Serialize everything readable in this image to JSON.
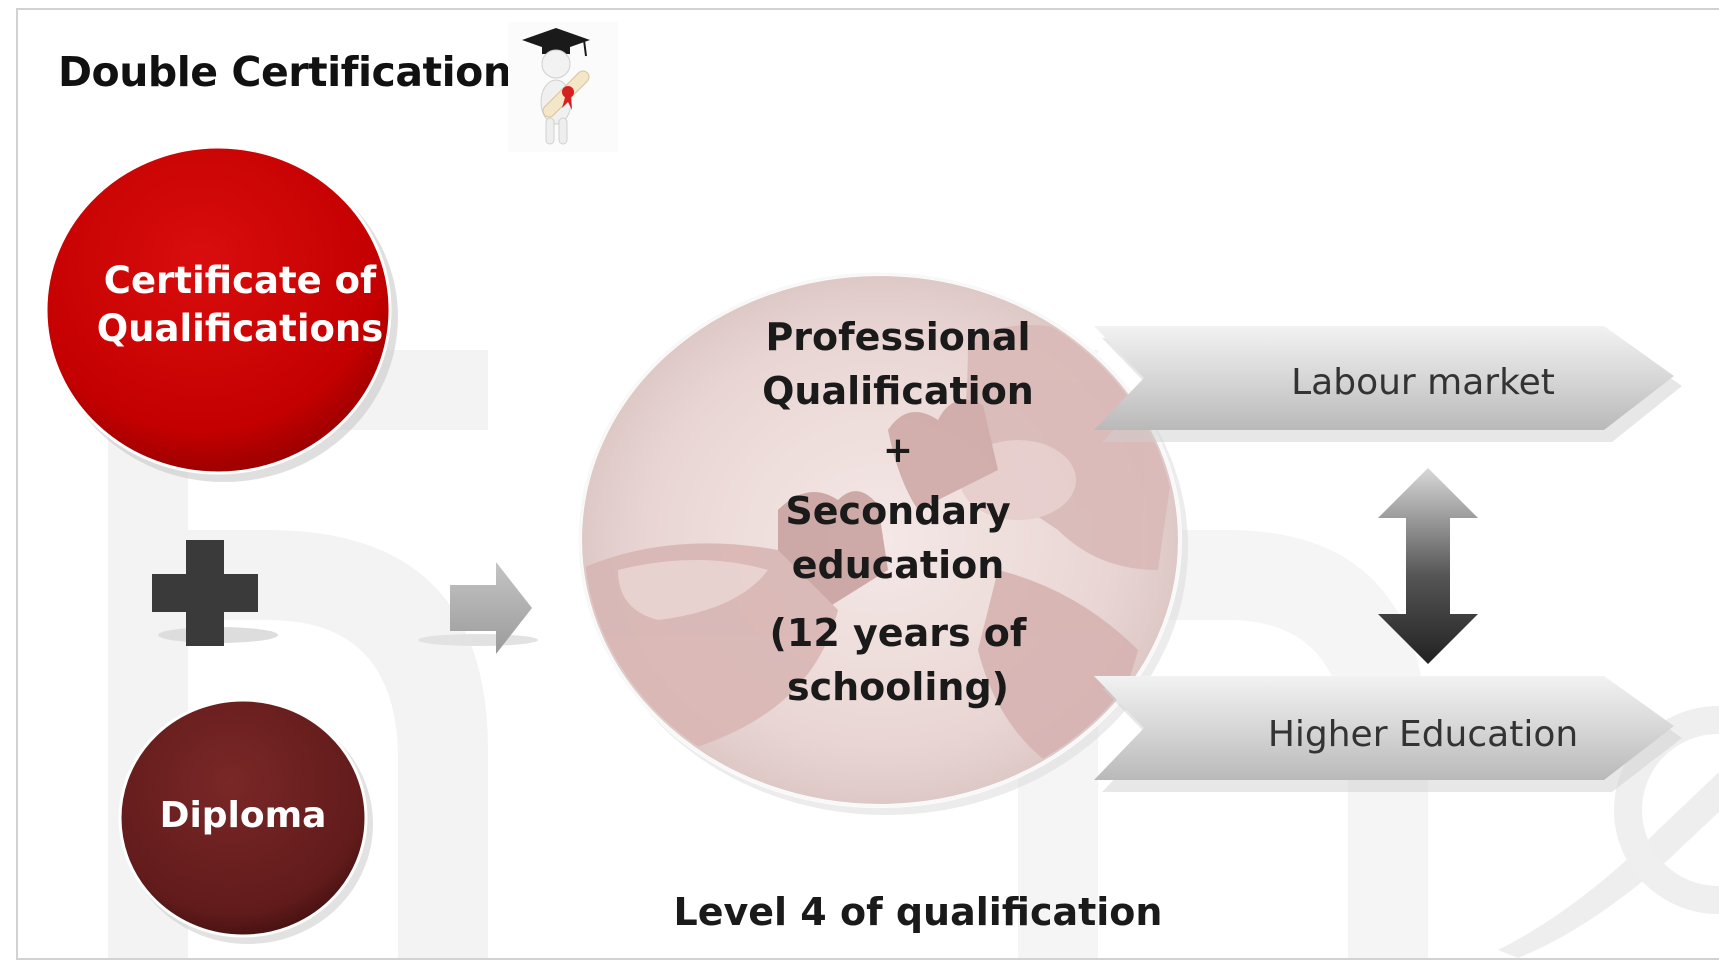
{
  "title": "Double Certification",
  "certificate_label": "Certificate of Qualifications",
  "certificate_lines": [
    "Certificate of",
    "Qualifications"
  ],
  "diploma_label": "Diploma",
  "center": {
    "line1": "Professional",
    "line2": "Qualification",
    "plus": "+",
    "line3": "Secondary",
    "line4": "education",
    "line5": "(12 years of",
    "line6": "schooling)"
  },
  "outcomes": {
    "labour": "Labour market",
    "higher": "Higher Education"
  },
  "footer": "Level 4 of qualification",
  "colors": {
    "certificate": "#cc0000",
    "diploma": "#6b1f1f",
    "plus_sign": "#3a3a3a",
    "arrow_gray": "#b5b5b5"
  },
  "icons": [
    "graduate-figure-icon",
    "plus-icon",
    "right-arrow-icon",
    "double-arrow-icon"
  ]
}
